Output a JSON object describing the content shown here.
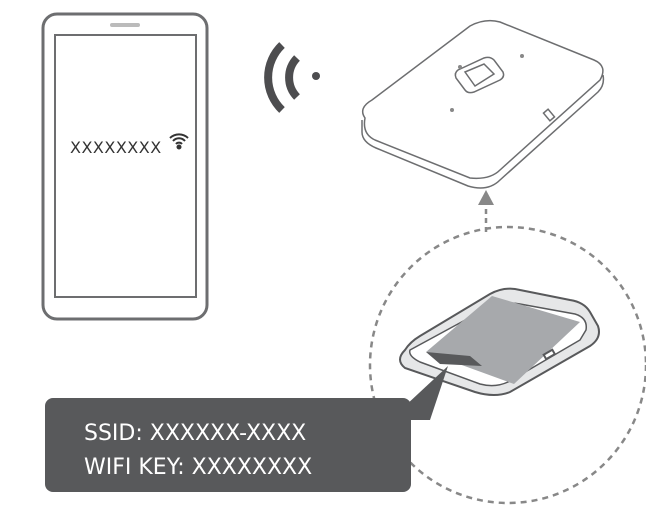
{
  "phone": {
    "network_name": "XXXXXXXX",
    "icon": "wifi-icon"
  },
  "label": {
    "ssid_line": "SSID: XXXXXX-XXXX",
    "key_line": "WIFI KEY: XXXXXXXX"
  },
  "colors": {
    "callout": "#58595b",
    "outline": "#6d6e70",
    "battery": "#a7a9ac"
  }
}
